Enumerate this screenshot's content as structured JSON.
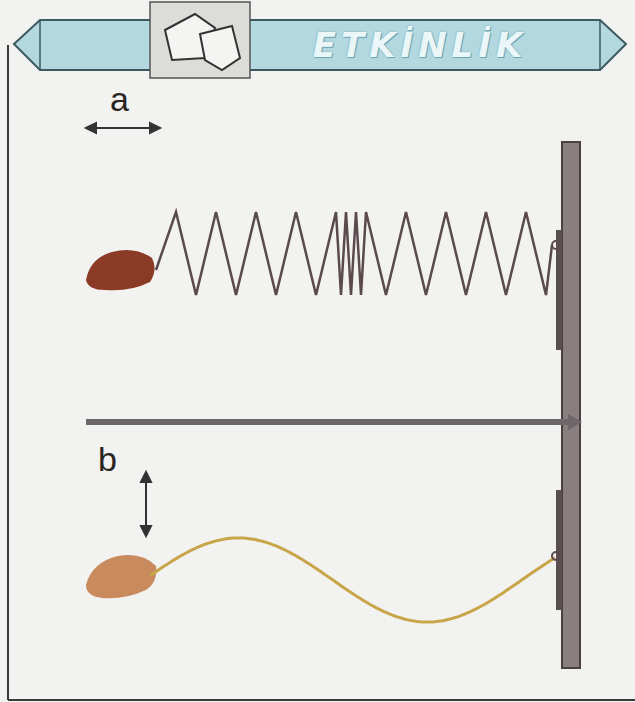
{
  "diagram": {
    "title": "ETKİNLİK",
    "labels": [
      "a",
      "b"
    ]
  }
}
